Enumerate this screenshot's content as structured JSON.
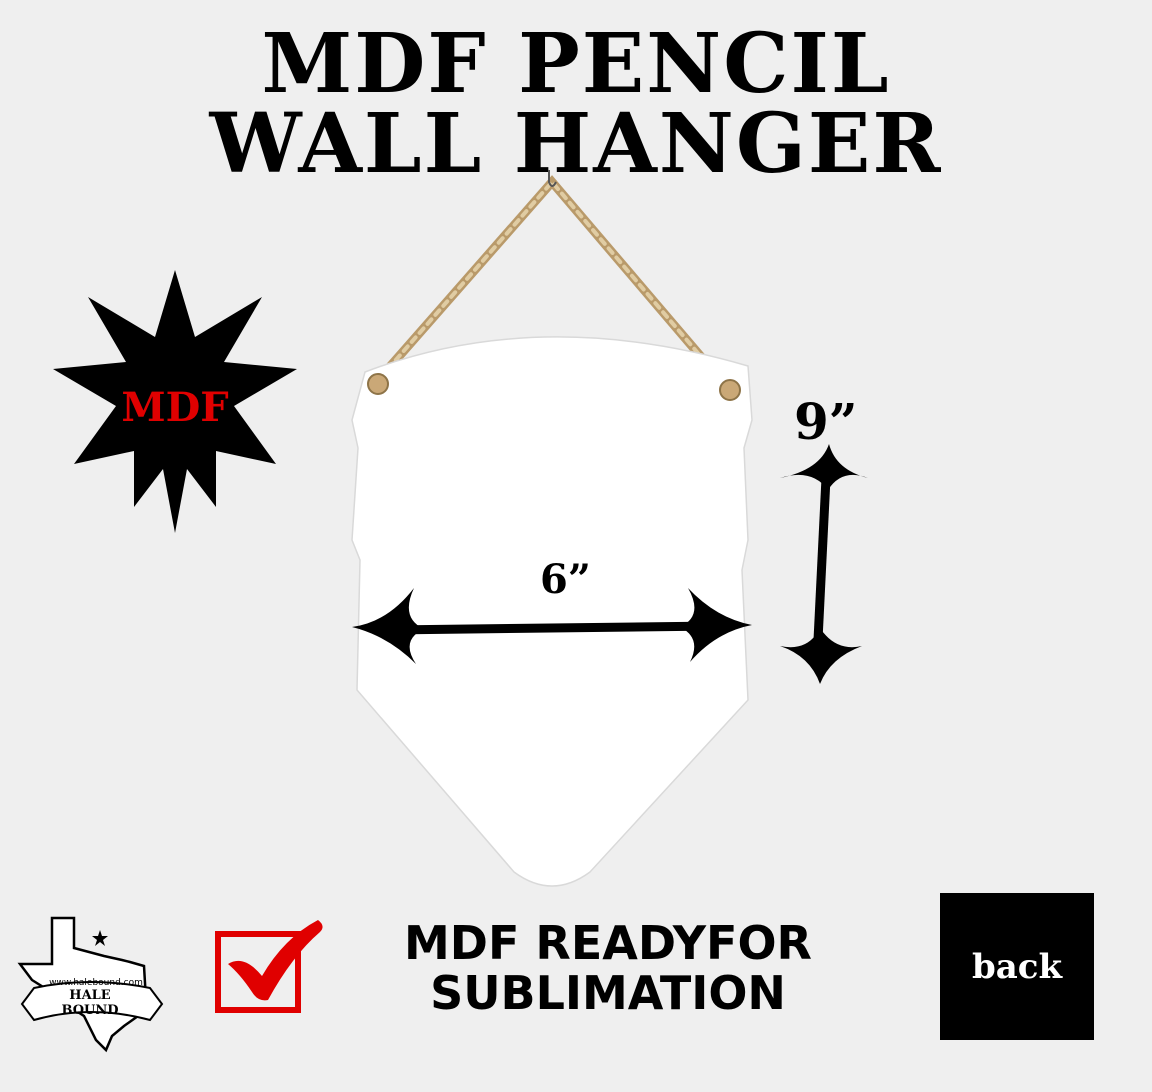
{
  "title": {
    "line1": "MDF PENCIL",
    "line2": "WALL HANGER"
  },
  "badge": {
    "label": "MDF",
    "text_color": "#e00000",
    "star_color": "#000000"
  },
  "dimensions": {
    "height": "9”",
    "width": "6”"
  },
  "ready": {
    "line1": "MDF READYFOR",
    "line2": "SUBLIMATION",
    "check_color": "#e00000"
  },
  "back_button": {
    "label": "back"
  },
  "logo": {
    "url": "www.halebound.com",
    "name": "HALE BOUND"
  },
  "icons": [
    "starburst-badge",
    "checkmark-icon",
    "texas-outline-icon",
    "hook-icon"
  ]
}
